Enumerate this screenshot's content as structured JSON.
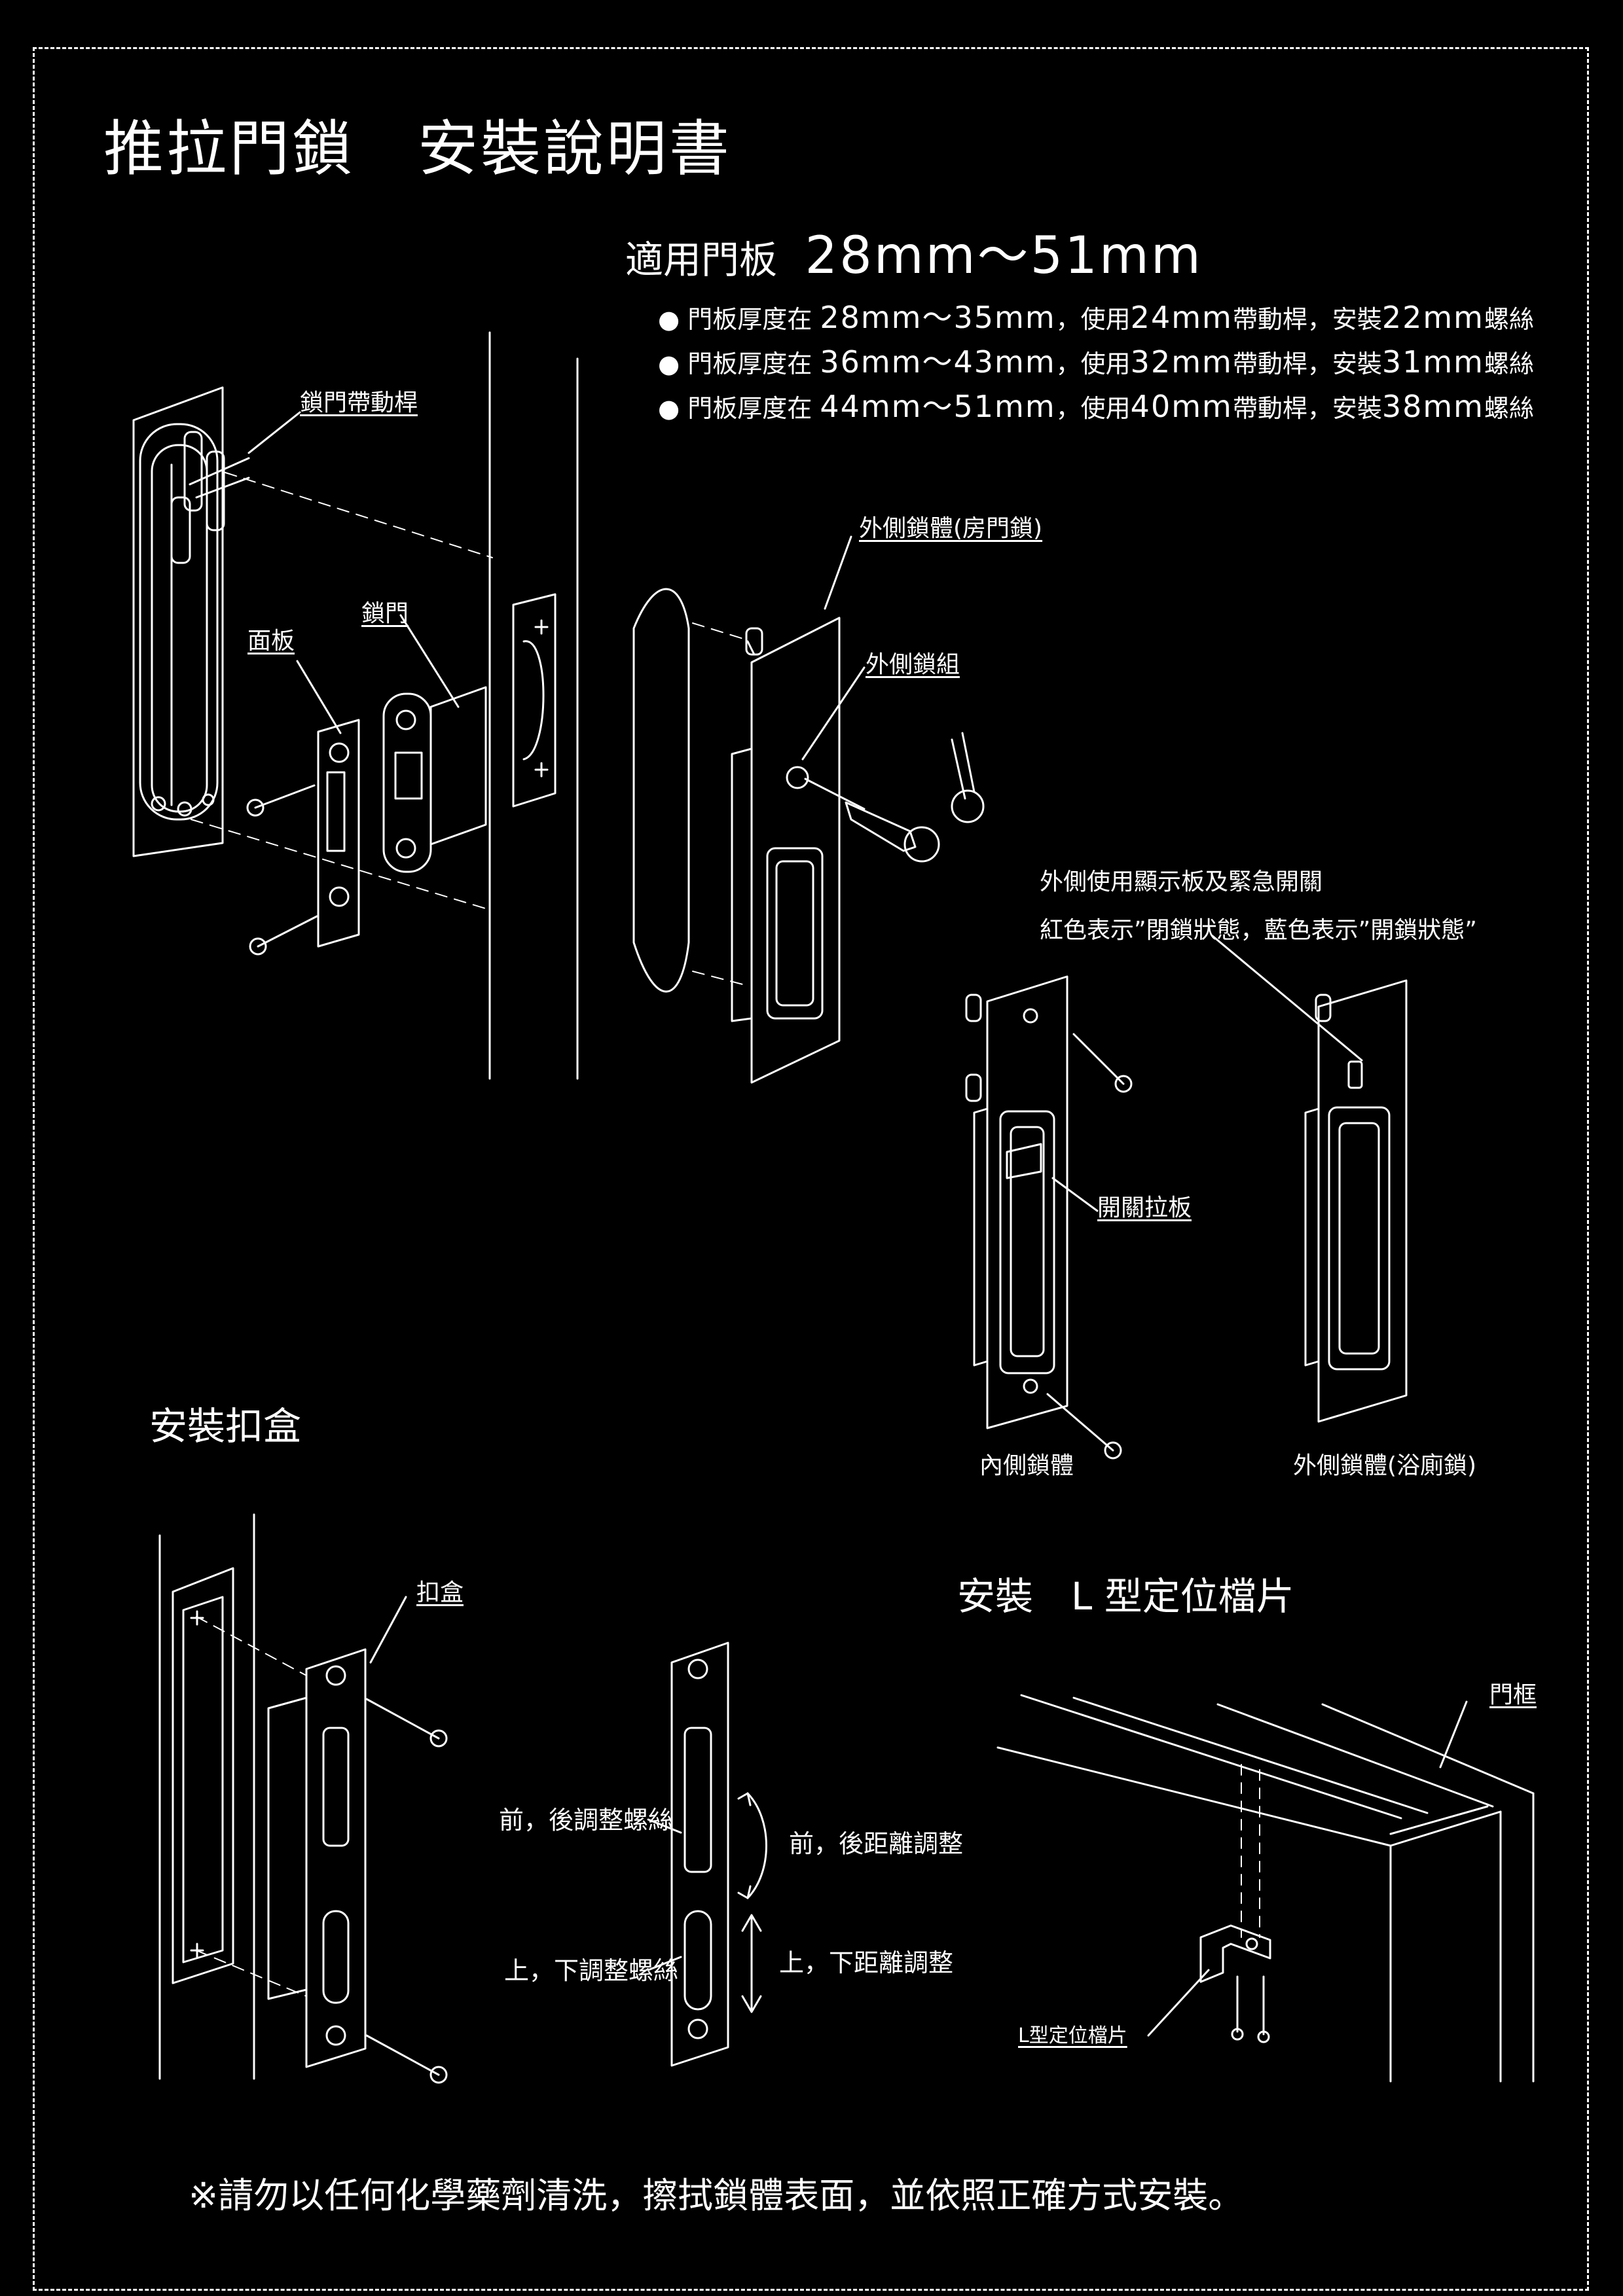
{
  "title": "推拉門鎖　安裝說明書",
  "fit": {
    "label": "適用門板",
    "range": "28mm～51mm"
  },
  "specs": [
    {
      "thick_label": "● 門板厚度在",
      "thick": "28mm～35mm",
      "use_label": "，使用",
      "rod": "24mm",
      "rod_label": "帶動桿，安裝",
      "screw": "22mm",
      "screw_label": "螺絲"
    },
    {
      "thick_label": "● 門板厚度在",
      "thick": "36mm～43mm",
      "use_label": "，使用",
      "rod": "32mm",
      "rod_label": "帶動桿，安裝",
      "screw": "31mm",
      "screw_label": "螺絲"
    },
    {
      "thick_label": "● 門板厚度在",
      "thick": "44mm～51mm",
      "use_label": "，使用",
      "rod": "40mm",
      "rod_label": "帶動桿，安裝",
      "screw": "38mm",
      "screw_label": "螺絲"
    }
  ],
  "labels": {
    "drive_rod": "鎖門帶動桿",
    "faceplate": "面板",
    "latch": "鎖門",
    "outer_body_room": "外側鎖體(房門鎖)",
    "outer_cylinder": "外側鎖組",
    "indicator_1": "外側使用顯示板及緊急開關",
    "indicator_2": "紅色表示”閉鎖狀態，藍色表示”開鎖狀態”",
    "switch_plate": "開關拉板",
    "inner_body": "內側鎖體",
    "outer_body_bath": "外側鎖體(浴廁鎖)",
    "strike_box": "扣盒",
    "fb_screw": "前，後調整螺絲",
    "fb_adjust": "前，後距離調整",
    "ud_screw": "上，下調整螺絲",
    "ud_adjust": "上，下距離調整",
    "door_frame": "門框",
    "l_piece": "L型定位檔片"
  },
  "sections": {
    "install_strike": "安裝扣盒",
    "install_l": "安裝　L 型定位檔片"
  },
  "note": "※請勿以任何化學藥劑清洗，擦拭鎖體表面，並依照正確方式安裝。",
  "colors": {
    "background": "#000000",
    "line": "#ffffff"
  }
}
